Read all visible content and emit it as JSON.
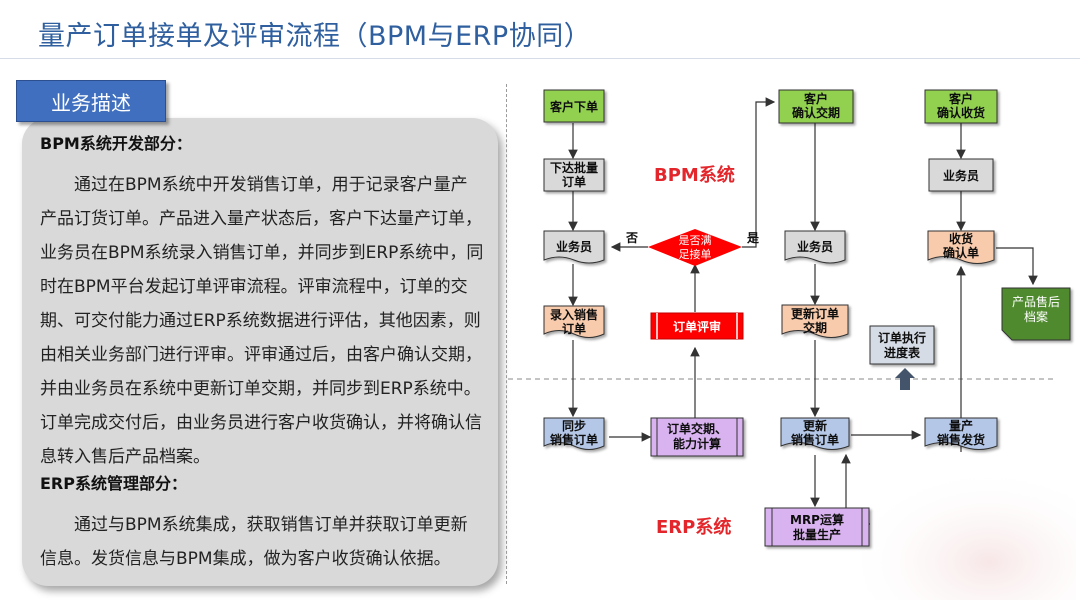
{
  "slide": {
    "title": "量产订单接单及评审流程（BPM与ERP协同）"
  },
  "section_tag": "业务描述",
  "description": {
    "bpm_heading": "BPM系统开发部分：",
    "bpm_text": "通过在BPM系统中开发销售订单，用于记录客户量产产品订货订单。产品进入量产状态后，客户下达量产订单，业务员在BPM系统录入销售订单，并同步到ERP系统中，同时在BPM平台发起订单评审流程。评审流程中，订单的交期、可交付能力通过ERP系统数据进行评估，其他因素，则由相关业务部门进行评审。评审通过后，由客户确认交期，并由业务员在系统中更新订单交期，并同步到ERP系统中。订单完成交付后，由业务员进行客户收货确认，并将确认信息转入售后产品档案。",
    "erp_heading": "ERP系统管理部分：",
    "erp_text": "通过与BPM系统集成，获取销售订单并获取订单更新信息。发货信息与BPM集成，做为客户收货确认依据。"
  },
  "diagram": {
    "bpm_label": "BPM系统",
    "erp_label": "ERP系统",
    "nodes": {
      "customer_order": "客户下单",
      "issue_batch_1": "下达批量",
      "issue_batch_2": "订单",
      "salesman_1": "业务员",
      "enter_order_1": "录入销售",
      "enter_order_2": "订单",
      "decision_1": "是否满",
      "decision_2": "足接单",
      "decision_no": "否",
      "decision_yes": "是",
      "order_review": "订单评审",
      "cust_confirm_date_1": "客户",
      "cust_confirm_date_2": "确认交期",
      "salesman_2": "业务员",
      "update_date_1": "更新订单",
      "update_date_2": "交期",
      "cust_confirm_receipt_1": "客户",
      "cust_confirm_receipt_2": "确认收货",
      "salesman_3": "业务员",
      "receipt_confirm_1": "收货",
      "receipt_confirm_2": "确认单",
      "archive_1": "产品售后",
      "archive_2": "档案",
      "progress_1": "订单执行",
      "progress_2": "进度表",
      "sync_order_1": "同步",
      "sync_order_2": "销售订单",
      "capacity_1": "订单交期、",
      "capacity_2": "能力计算",
      "update_order_1": "更新",
      "update_order_2": "销售订单",
      "ship_1": "量产",
      "ship_2": "销售发货",
      "mrp_1": "MRP运算",
      "mrp_2": "批量生产"
    },
    "colors": {
      "bpm_start": "#92d050",
      "bpm_process": "#d9d9d9",
      "bpm_entry": "#f8cbad",
      "erp_process": "#b4c7e7",
      "erp_calc": "#d9b3f0",
      "decision": "#ff0000",
      "review": "#ff0000",
      "archive": "#4f8a2e",
      "status_red": "#e3262b"
    }
  }
}
